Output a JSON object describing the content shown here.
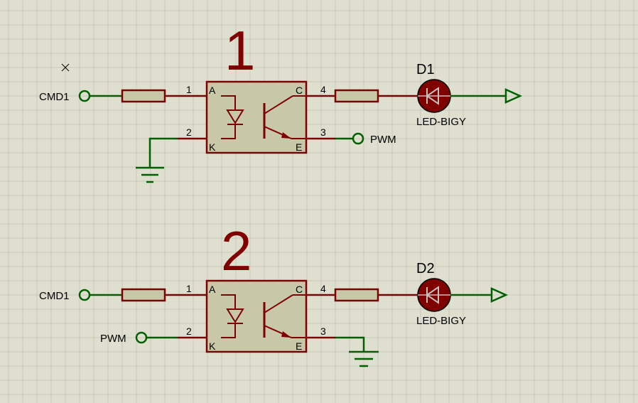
{
  "circuits": [
    {
      "number": "1",
      "input_terminal": "CMD1",
      "kathode_terminal": "",
      "emitter_terminal": "PWM",
      "pins": {
        "anode": "1",
        "cathode": "2",
        "collector": "4",
        "emitter": "3"
      },
      "pin_letters": {
        "anode": "A",
        "cathode": "K",
        "collector": "C",
        "emitter": "E"
      },
      "led_ref": "D1",
      "led_value": "LED-BIGY"
    },
    {
      "number": "2",
      "input_terminal": "CMD1",
      "kathode_terminal": "PWM",
      "emitter_terminal": "",
      "pins": {
        "anode": "1",
        "cathode": "2",
        "collector": "4",
        "emitter": "3"
      },
      "pin_letters": {
        "anode": "A",
        "cathode": "K",
        "collector": "C",
        "emitter": "E"
      },
      "led_ref": "D2",
      "led_value": "LED-BIGY"
    }
  ],
  "colors": {
    "background": "#dfdfd0",
    "grid": "#c8c8b8",
    "wire": "#006000",
    "component_outline": "#800000",
    "component_fill": "#c8c8a8",
    "led_fill": "#800000"
  },
  "icons": [
    "ground-icon",
    "power-arrow-icon",
    "terminal-circle-icon",
    "led-icon",
    "resistor-icon",
    "optocoupler-icon"
  ]
}
